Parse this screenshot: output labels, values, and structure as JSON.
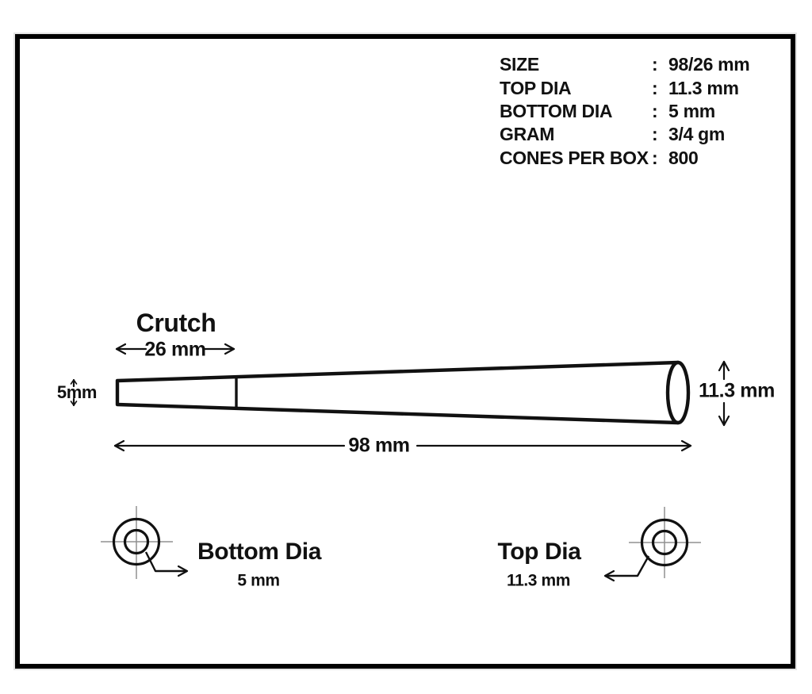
{
  "specs": {
    "separator": ":",
    "rows": [
      {
        "label": "SIZE",
        "value": "98/26 mm"
      },
      {
        "label": "TOP DIA",
        "value": "11.3 mm"
      },
      {
        "label": "BOTTOM DIA",
        "value": "5 mm"
      },
      {
        "label": "GRAM",
        "value": "3/4 gm"
      },
      {
        "label": "CONES PER BOX",
        "value": "800"
      }
    ]
  },
  "diagram": {
    "crutch_title": "Crutch",
    "crutch_width": "26 mm",
    "left_diameter": "5mm",
    "right_diameter": "11.3 mm",
    "total_length": "98 mm"
  },
  "views": {
    "bottom": {
      "title": "Bottom Dia",
      "value": "5 mm"
    },
    "top": {
      "title": "Top Dia",
      "value": "11.3 mm"
    }
  },
  "colors": {
    "line": "#111111",
    "crosshair": "#909090",
    "frame": "#000000",
    "paper": "#ffffff"
  }
}
